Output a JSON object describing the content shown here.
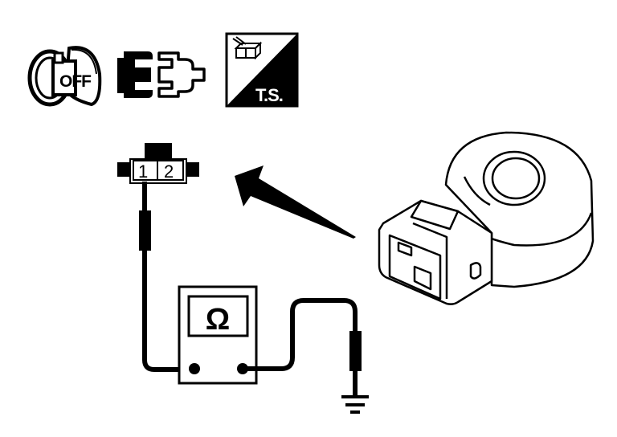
{
  "header_icons": {
    "ignition": {
      "icon": "ignition-key-off-icon",
      "label": "OFF"
    },
    "connector": {
      "icon": "connector-disconnect-icon"
    },
    "troubleshoot": {
      "icon": "troubleshooting-connector-icon",
      "label": "T.S."
    }
  },
  "harness_connector": {
    "icon": "harness-connector-icon",
    "terminals": [
      "1",
      "2"
    ],
    "probed_terminal": "1"
  },
  "multimeter": {
    "icon": "ohmmeter-icon",
    "mode_symbol": "Ω"
  },
  "ground": {
    "icon": "ground-icon"
  },
  "arrow": {
    "icon": "pointer-arrow-icon"
  },
  "component": {
    "icon": "knock-sensor-icon"
  },
  "colors": {
    "ink": "#000000",
    "paper": "#ffffff"
  }
}
